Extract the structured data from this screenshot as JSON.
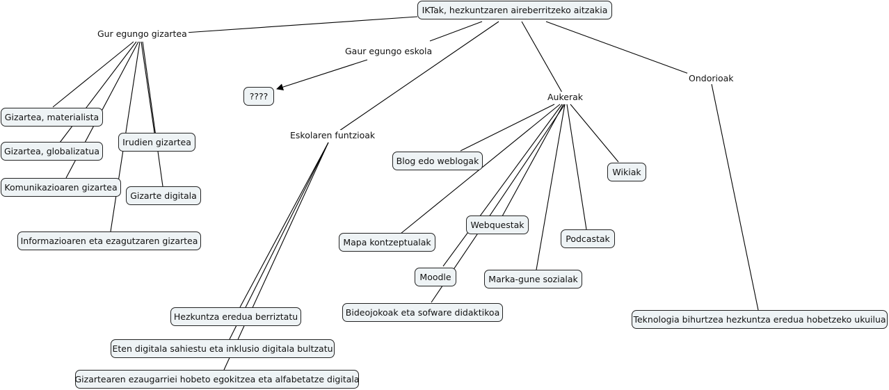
{
  "root": {
    "label": "IKTak, hezkuntzaren aireberritzeko aitzakia"
  },
  "linking_phrases": {
    "gur_egungo_gizartea": "Gur egungo gizartea",
    "gaur_egungo_eskola": "Gaur egungo eskola",
    "eskolaren_funtzioak": "Eskolaren funtzioak",
    "aukerak": "Aukerak",
    "ondorioak": "Ondorioak"
  },
  "concepts": {
    "gizartea_materialista": "Gizartea, materialista",
    "gizartea_globalizatua": "Gizartea, globalizatua",
    "komunikazioaren_gizartea": "Komunikazioaren gizartea",
    "irudien_gizartea": "Irudien gizartea",
    "gizarte_digitala": "Gizarte digitala",
    "informazioaren_gizartea": "Informazioaren eta ezagutzaren gizartea",
    "unknown": "????",
    "hezkuntza_eredua": "Hezkuntza eredua berriztatu",
    "eten_digitala": "Eten digitala sahiestu eta inklusio digitala bultzatu",
    "gizartearen_ezaugarriei": "Gizartearen ezaugarriei hobeto egokitzea eta alfabetatze digitala",
    "blog": "Blog edo weblogak",
    "mapa": "Mapa kontzeptualak",
    "webquestak": "Webquestak",
    "moodle": "Moodle",
    "bideojokoak": "Bideojokoak eta sofware didaktikoa",
    "marka_gune": "Marka-gune sozialak",
    "podcastak": "Podcastak",
    "wikiak": "Wikiak",
    "teknologia": "Teknologia bihurtzea hezkuntza eredua hobetzeko ukuilua"
  }
}
